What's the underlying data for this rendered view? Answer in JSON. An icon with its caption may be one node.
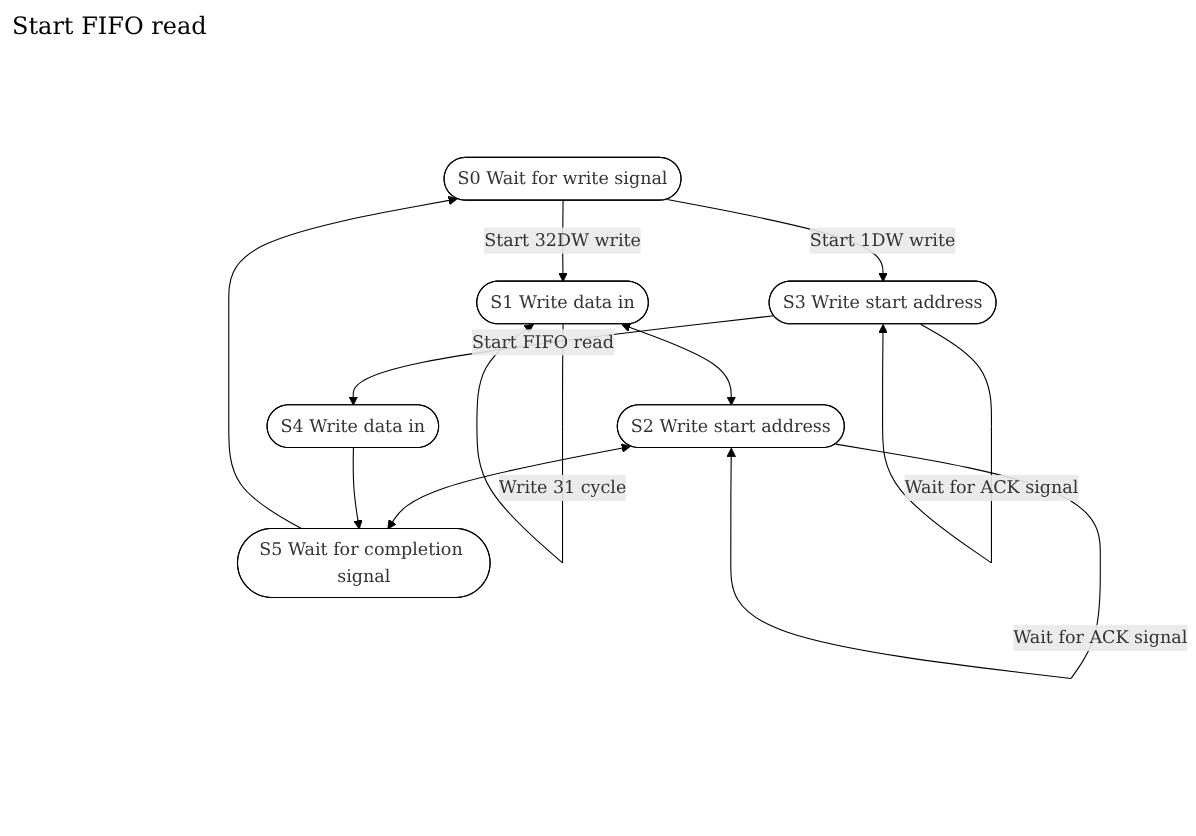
{
  "diagram": {
    "nodes": [
      {
        "text": [
          "S0 Wait for write signal"
        ]
      },
      {
        "text": [
          "S1 Write data in"
        ]
      },
      {
        "text": [
          "S5 Wait for completion signal"
        ]
      },
      {
        "text": [
          "S3 Write start address"
        ]
      },
      {
        "text": [
          "S2 Write start address"
        ]
      },
      {
        "text": [
          "S4 Write data in"
        ]
      }
    ],
    "edges": [
      {
        "from": 0,
        "to": 1,
        "arrow": "to",
        "label": "Start 32DW write"
      },
      {
        "from": 0,
        "to": 3,
        "arrow": "to",
        "label": "Start 1DW write"
      },
      {
        "from": 1,
        "to": 1,
        "arrow": "to",
        "label": "Write 31 cycle"
      },
      {
        "from": 1,
        "to": 4,
        "arrow": "both"
      },
      {
        "from": 4,
        "to": 2,
        "arrow": "both"
      },
      {
        "from": 4,
        "to": 4,
        "arrow": "to",
        "label": "Wait for ACK signal"
      },
      {
        "from": 5,
        "to": 2,
        "arrow": "to"
      },
      {
        "from": 3,
        "to": 3,
        "arrow": "to",
        "label": "Wait for ACK signal"
      },
      {
        "from": 3,
        "to": 5,
        "arrow": "to",
        "label": "Start FIFO read"
      },
      {
        "from": 2,
        "to": 0,
        "arrow": "to"
      }
    ],
    "labels": [
      "Start FIFO read"
    ]
  }
}
